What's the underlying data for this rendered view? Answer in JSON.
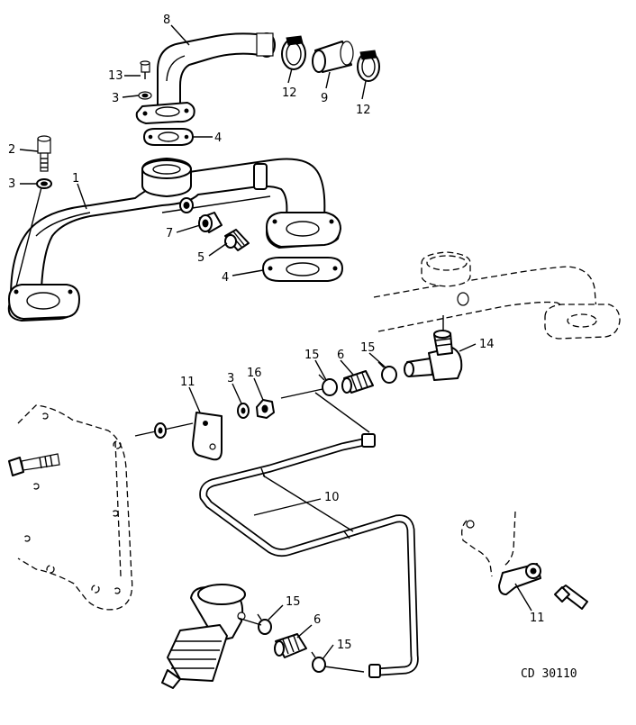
{
  "diagram": {
    "code": "CD 30110",
    "callouts": [
      {
        "id": "label-8",
        "text": "8"
      },
      {
        "id": "label-13",
        "text": "13"
      },
      {
        "id": "label-3a",
        "text": "3"
      },
      {
        "id": "label-12a",
        "text": "12"
      },
      {
        "id": "label-9",
        "text": "9"
      },
      {
        "id": "label-12b",
        "text": "12"
      },
      {
        "id": "label-4a",
        "text": "4"
      },
      {
        "id": "label-2",
        "text": "2"
      },
      {
        "id": "label-3b",
        "text": "3"
      },
      {
        "id": "label-1",
        "text": "1"
      },
      {
        "id": "label-7",
        "text": "7"
      },
      {
        "id": "label-5",
        "text": "5"
      },
      {
        "id": "label-4b",
        "text": "4"
      },
      {
        "id": "label-15a",
        "text": "15"
      },
      {
        "id": "label-6a",
        "text": "6"
      },
      {
        "id": "label-15b",
        "text": "15"
      },
      {
        "id": "label-14",
        "text": "14"
      },
      {
        "id": "label-11a",
        "text": "11"
      },
      {
        "id": "label-3c",
        "text": "3"
      },
      {
        "id": "label-16",
        "text": "16"
      },
      {
        "id": "label-10",
        "text": "10"
      },
      {
        "id": "label-11b",
        "text": "11"
      },
      {
        "id": "label-15c",
        "text": "15"
      },
      {
        "id": "label-6b",
        "text": "6"
      },
      {
        "id": "label-15d",
        "text": "15"
      }
    ]
  }
}
